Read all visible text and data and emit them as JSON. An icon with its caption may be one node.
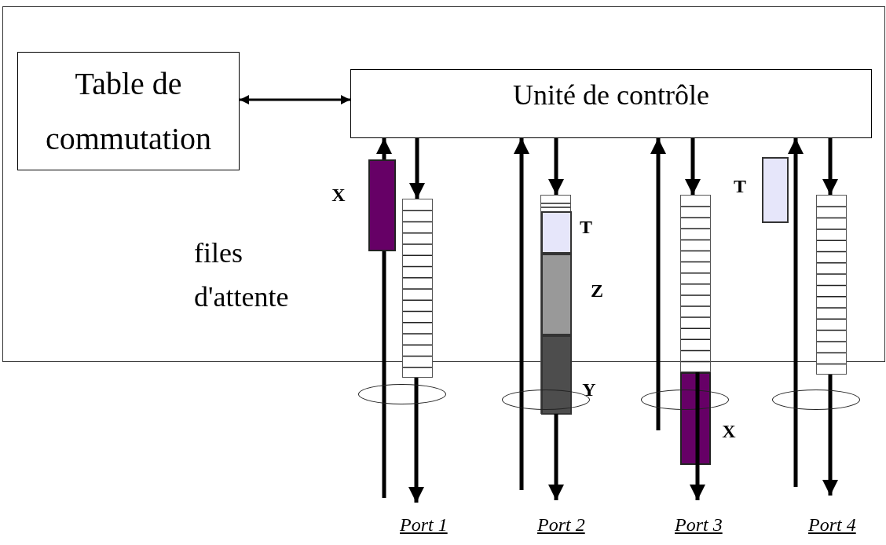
{
  "diagram": {
    "nodes": [
      {
        "text": [
          "Table de commutation"
        ]
      },
      {
        "text": [
          "Unité de contrôle"
        ]
      },
      {
        "text": [],
        "shape": "box",
        "beside": [
          "X"
        ]
      },
      {
        "text": [],
        "shape": "bar"
      },
      {
        "text": [],
        "shape": "bar"
      },
      {
        "text": [],
        "shape": "box",
        "in": 4,
        "beside": [
          "T"
        ]
      },
      {
        "text": [],
        "shape": "box",
        "in": 4,
        "beside": [
          "Z"
        ]
      },
      {
        "text": [],
        "shape": "box",
        "in": 4,
        "beside": [
          "Y"
        ]
      },
      {
        "text": [],
        "shape": "bar"
      },
      {
        "text": [],
        "shape": "box",
        "beside": [
          "X"
        ]
      },
      {
        "text": [],
        "shape": "box",
        "beside": [
          "T"
        ]
      },
      {
        "text": [],
        "shape": "bar"
      },
      {
        "text": [],
        "shape": "ellipse"
      },
      {
        "text": [],
        "shape": "ellipse"
      },
      {
        "text": [],
        "shape": "ellipse"
      },
      {
        "text": [],
        "shape": "ellipse"
      }
    ],
    "edges": [
      {
        "from": 0,
        "to": 1,
        "arrow": "both"
      },
      {
        "from": null,
        "to": 1,
        "arrow": "to"
      },
      {
        "from": 1,
        "to": 3,
        "arrow": "to"
      },
      {
        "from": 3,
        "to": null,
        "arrow": "to"
      },
      {
        "from": null,
        "to": 1,
        "arrow": "to"
      },
      {
        "from": 1,
        "to": 4,
        "arrow": "to"
      },
      {
        "from": 4,
        "to": null,
        "arrow": "to"
      },
      {
        "from": null,
        "to": 1,
        "arrow": "to"
      },
      {
        "from": 1,
        "to": 8,
        "arrow": "to"
      },
      {
        "from": 8,
        "to": null,
        "arrow": "to"
      },
      {
        "from": null,
        "to": 1,
        "arrow": "to"
      },
      {
        "from": 1,
        "to": 11,
        "arrow": "to"
      },
      {
        "from": 11,
        "to": null,
        "arrow": "to"
      }
    ],
    "labels": [
      "files d'attente",
      "Port 1",
      "Port 2",
      "Port 3",
      "Port 4"
    ]
  }
}
